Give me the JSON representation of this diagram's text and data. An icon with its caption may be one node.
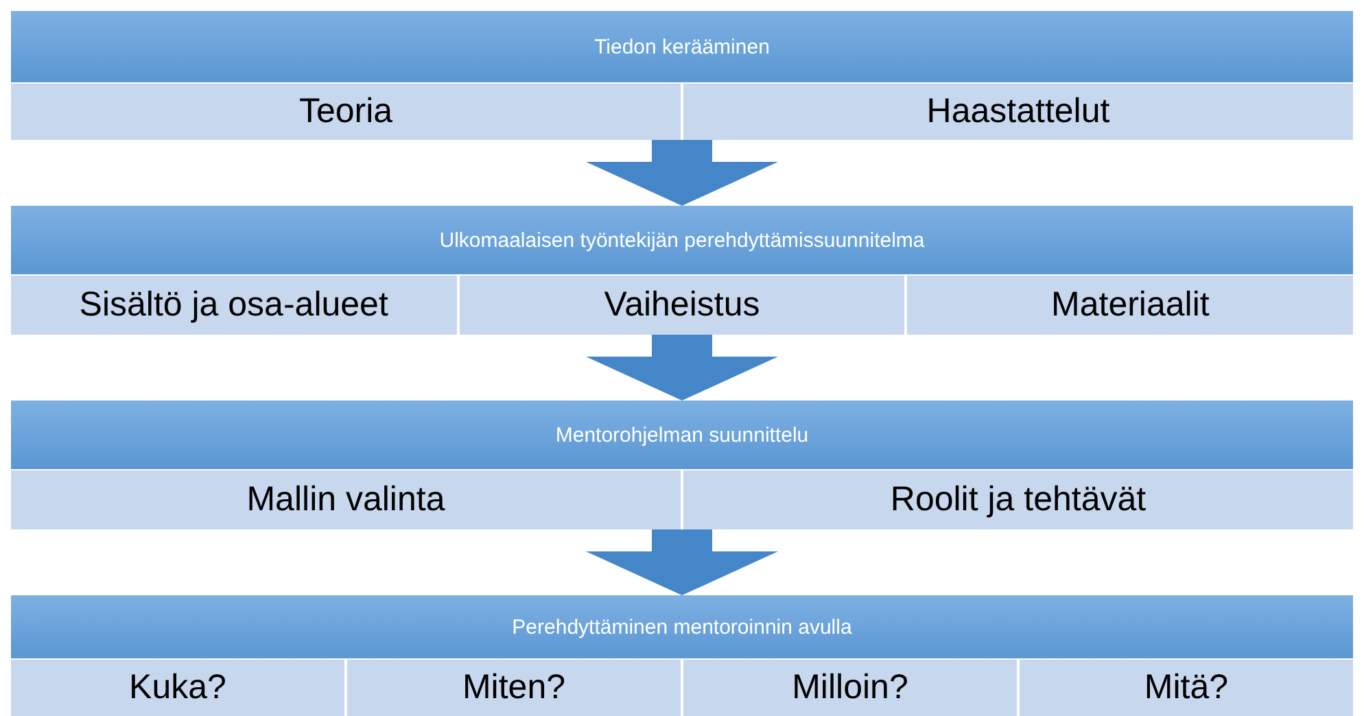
{
  "diagram": {
    "nodes": [
      {
        "text": [
          "Tiedon kerääminen"
        ]
      },
      {
        "text": [
          "Teoria"
        ],
        "in": 0
      },
      {
        "text": [
          "Haastattelut"
        ],
        "in": 0
      },
      {
        "text": [
          "Ulkomaalaisen työntekijän perehdyttämissuunnitelma"
        ]
      },
      {
        "text": [
          "Sisältö ja osa-alueet"
        ],
        "in": 3
      },
      {
        "text": [
          "Vaiheistus"
        ],
        "in": 3
      },
      {
        "text": [
          "Materiaalit"
        ],
        "in": 3
      },
      {
        "text": [
          "Mentorohjelman suunnittelu"
        ]
      },
      {
        "text": [
          "Mallin valinta"
        ],
        "in": 7
      },
      {
        "text": [
          "Roolit ja tehtävät"
        ],
        "in": 7
      },
      {
        "text": [
          "Perehdyttäminen mentoroinnin avulla"
        ]
      },
      {
        "text": [
          "Kuka?"
        ],
        "in": 10
      },
      {
        "text": [
          "Miten?"
        ],
        "in": 10
      },
      {
        "text": [
          "Milloin?"
        ],
        "in": 10
      },
      {
        "text": [
          "Mitä?"
        ],
        "in": 10
      }
    ],
    "edges": [
      {
        "from": 0,
        "to": 3,
        "arrow": "to"
      },
      {
        "from": 3,
        "to": 7,
        "arrow": "to"
      },
      {
        "from": 7,
        "to": 10,
        "arrow": "to"
      }
    ]
  }
}
